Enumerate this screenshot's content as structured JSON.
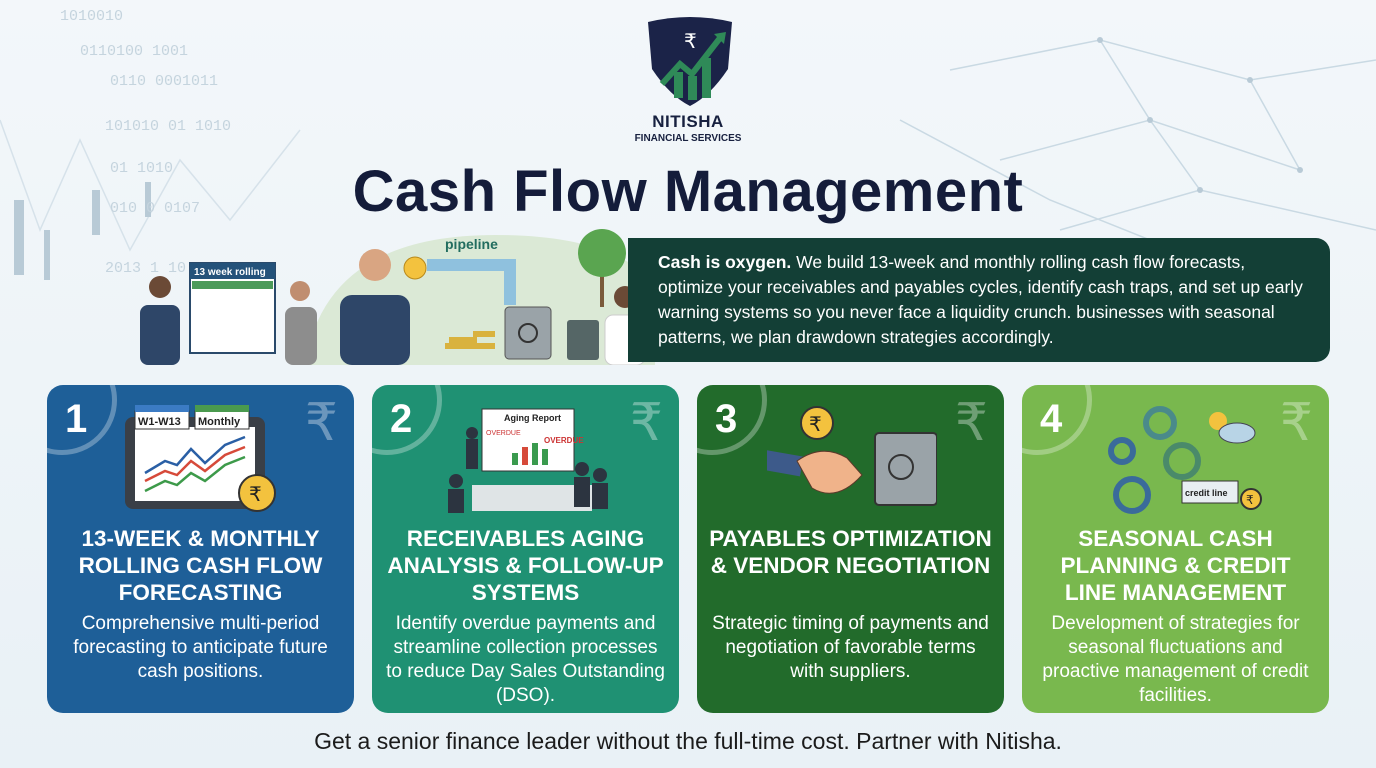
{
  "brand": {
    "name": "NITISHA",
    "subtitle": "FINANCIAL SERVICES"
  },
  "title": "Cash Flow Management",
  "illustration": {
    "calendar_label": "13 week rolling",
    "pipe_label": "pipeline"
  },
  "banner": {
    "lead": "Cash is oxygen.",
    "text": " We build 13-week and monthly rolling cash flow forecasts, optimize your receivables and payables cycles, identify cash traps, and set up early warning systems so you never face a liquidity crunch. businesses with seasonal patterns, we plan drawdown strategies accordingly."
  },
  "cards": [
    {
      "number": "1",
      "title": "13-Week & Monthly Rolling Cash Flow Forecasting",
      "description": "Comprehensive multi-period forecasting to anticipate future cash positions.",
      "color": "#1e5f98",
      "icon_labels": [
        "W1-W13",
        "Monthly"
      ]
    },
    {
      "number": "2",
      "title": "Receivables Aging Analysis & Follow-Up Systems",
      "description": "Identify overdue payments and streamline collection processes to reduce Day Sales Outstanding (DSO).",
      "color": "#1f9173",
      "icon_labels": [
        "Aging Report",
        "OVERDUE",
        "OVERDUE"
      ]
    },
    {
      "number": "3",
      "title": "Payables Optimization & Vendor Negotiation",
      "description": "Strategic timing of payments and negotiation of favorable terms with suppliers.",
      "color": "#226b2b",
      "icon_labels": []
    },
    {
      "number": "4",
      "title": "Seasonal Cash Planning & Credit Line Management",
      "description": "Development of strategies for seasonal fluctuations and proactive management of credit facilities.",
      "color": "#79b84e",
      "icon_labels": [
        "credit line"
      ]
    }
  ],
  "rupee_symbol": "₹",
  "footer": "Get a senior finance leader without the full-time cost. Partner with Nitisha."
}
